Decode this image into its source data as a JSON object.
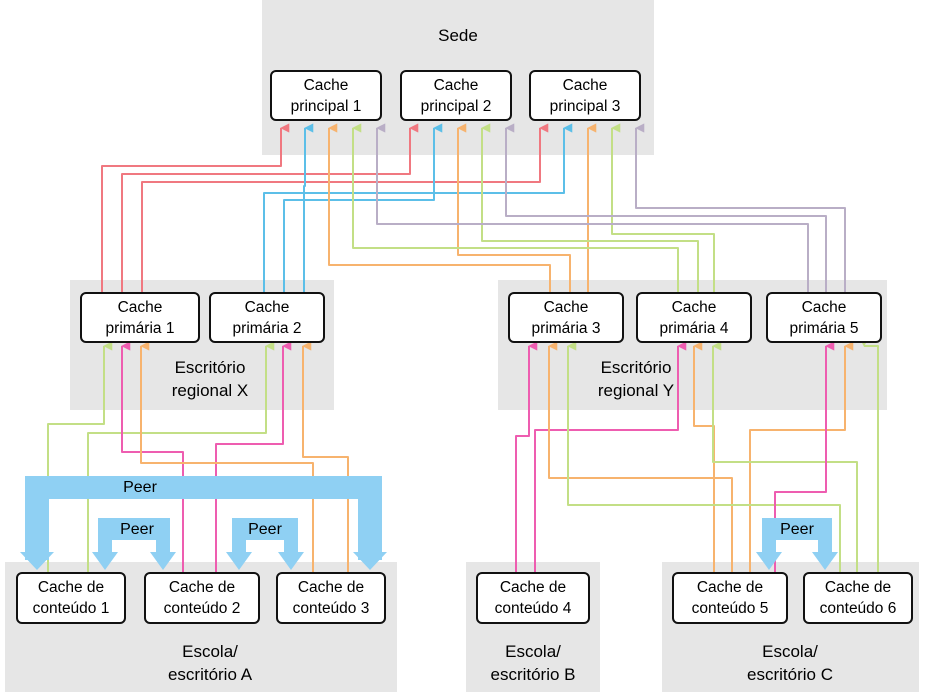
{
  "regions": {
    "sede": "Sede",
    "regional_x": "Escritório\nregional X",
    "regional_y": "Escritório\nregional Y",
    "escola_a": "Escola/\nescritório A",
    "escola_b": "Escola/\nescritório B",
    "escola_c": "Escola/\nescritório C"
  },
  "principal": [
    "Cache\nprincipal 1",
    "Cache\nprincipal 2",
    "Cache\nprincipal 3"
  ],
  "primaria": [
    "Cache\nprimária 1",
    "Cache\nprimária 2",
    "Cache\nprimária 3",
    "Cache\nprimária 4",
    "Cache\nprimária 5"
  ],
  "conteudo": [
    "Cache de\nconteúdo 1",
    "Cache de\nconteúdo 2",
    "Cache de\nconteúdo 3",
    "Cache de\nconteúdo 4",
    "Cache de\nconteúdo 5",
    "Cache de\nconteúdo 6"
  ],
  "peer_label": "Peer",
  "colors": {
    "red": "#f07880",
    "blue": "#5cbfe8",
    "orange": "#f7b36e",
    "green": "#c3df86",
    "purple": "#b9aec6",
    "pink": "#ee5db0",
    "peer": "#8fd0f3",
    "region_bg": "#e6e6e6"
  }
}
